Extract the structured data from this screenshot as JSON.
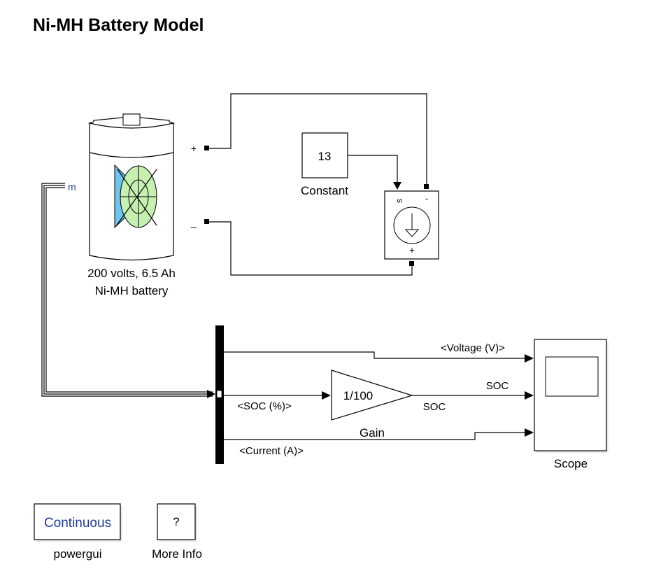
{
  "title": "Ni-MH Battery Model",
  "battery": {
    "label_line1": "200 volts, 6.5 Ah",
    "label_line2": "Ni-MH battery",
    "port_plus": "+",
    "port_minus": "_",
    "port_m": "m"
  },
  "constant": {
    "value": "13",
    "label": "Constant"
  },
  "current_source": {
    "port_s": "s",
    "port_minus": "-",
    "port_plus": "+"
  },
  "bus_signals": {
    "voltage": "<Voltage (V)>",
    "soc": "<SOC (%)>",
    "current": "<Current (A)>"
  },
  "gain": {
    "value": "1/100",
    "label": "Gain",
    "output_signal_above": "SOC",
    "output_signal_below": "SOC"
  },
  "scope": {
    "label": "Scope"
  },
  "powergui": {
    "mode": "Continuous",
    "label": "powergui"
  },
  "more_info": {
    "symbol": "?",
    "label": "More Info"
  },
  "colors": {
    "m_port": "#1f3a9e",
    "battery_blue": "#6ec6f0",
    "battery_green": "#c6f0b0",
    "continuous_text": "#1f3a9e"
  }
}
